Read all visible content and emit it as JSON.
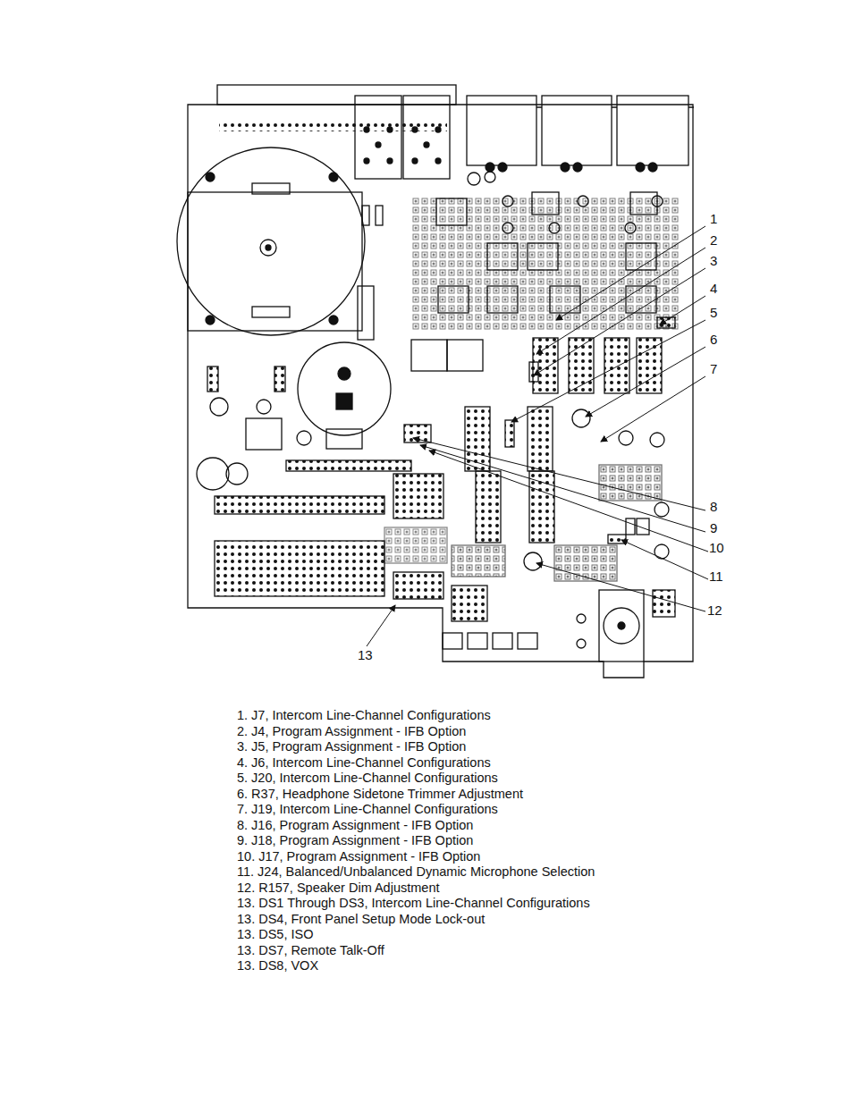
{
  "diagram": {
    "labels": [
      "1",
      "2",
      "3",
      "4",
      "5",
      "6",
      "7",
      "8",
      "9",
      "10",
      "11",
      "12",
      "13",
      "1. J7, Intercom Line-Channel Configurations",
      "2. J4, Program Assignment - IFB Option",
      "3. J5, Program Assignment - IFB Option",
      "4. J6, Intercom Line-Channel Configurations",
      "5. J20, Intercom Line-Channel Configurations",
      "6. R37, Headphone Sidetone Trimmer Adjustment",
      "7. J19, Intercom Line-Channel Configurations",
      "8. J16, Program Assignment - IFB Option",
      "9. J18, Program Assignment - IFB Option",
      "10. J17, Program Assignment - IFB Option",
      "11. J24, Balanced/Unbalanced Dynamic Microphone Selection",
      "12. R157, Speaker Dim Adjustment",
      "13. DS1 Through DS3, Intercom Line-Channel Configurations",
      "13. DS4, Front Panel Setup Mode Lock-out",
      "13. DS5, ISO",
      "13. DS7, Remote Talk-Off",
      "13. DS8, VOX"
    ]
  }
}
